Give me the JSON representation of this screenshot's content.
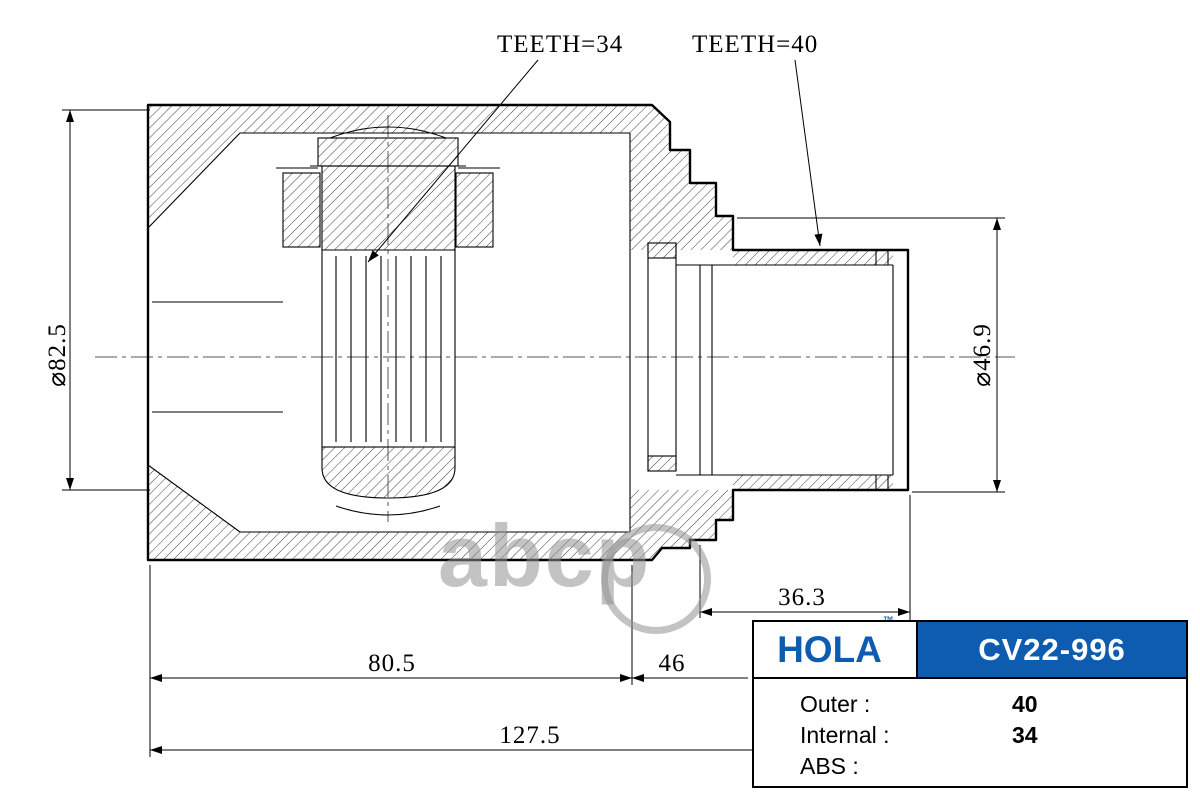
{
  "drawing": {
    "callouts": {
      "teeth_inner": "TEETH=34",
      "teeth_outer": "TEETH=40"
    },
    "dimensions": {
      "dia_82_5": "⌀82.5",
      "dia_46_9": "⌀46.9",
      "len_36_3": "36.3",
      "len_46": "46",
      "len_80_5": "80.5",
      "len_127_5": "127.5"
    },
    "watermark": "abcp"
  },
  "title_block": {
    "brand": "HOLA",
    "trademark": "™",
    "part_number": "CV22-996",
    "brand_color": "#0d5caf",
    "specs": [
      {
        "label": "Outer :",
        "value": "40"
      },
      {
        "label": "Internal :",
        "value": "34"
      },
      {
        "label": "ABS :",
        "value": ""
      }
    ]
  }
}
